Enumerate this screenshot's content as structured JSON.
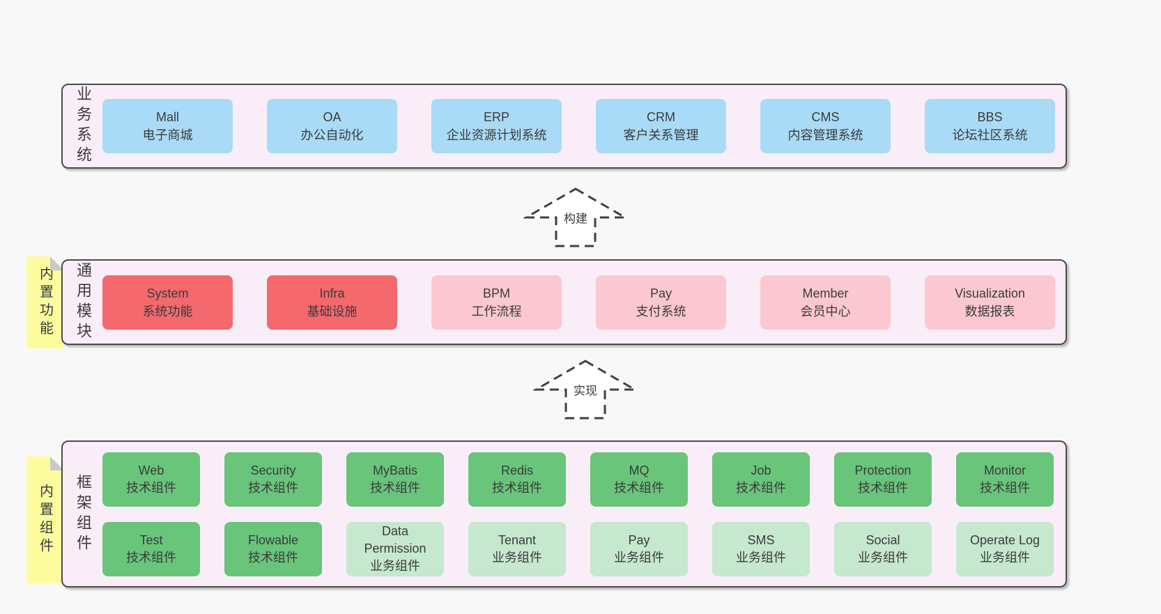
{
  "colors": {
    "canvas_bg": "#f8f8f8",
    "panel_bg": "#f9eef7",
    "panel_border": "#4a4a4a",
    "box_blue": "#a9dbf6",
    "box_red": "#f4696e",
    "box_pink": "#fbc8d1",
    "box_green": "#68c57a",
    "box_green_light": "#c5e8ce",
    "sticky_yellow": "#fcfc9f",
    "sticky_fold_gray": "#c9c9c9",
    "text": "#3b3b3b"
  },
  "panels": {
    "business": {
      "label": "业务系统",
      "boxes": [
        {
          "title": "Mall",
          "subtitle": "电子商城",
          "variant": "blue"
        },
        {
          "title": "OA",
          "subtitle": "办公自动化",
          "variant": "blue"
        },
        {
          "title": "ERP",
          "subtitle": "企业资源计划系统",
          "variant": "blue"
        },
        {
          "title": "CRM",
          "subtitle": "客户关系管理",
          "variant": "blue"
        },
        {
          "title": "CMS",
          "subtitle": "内容管理系统",
          "variant": "blue"
        },
        {
          "title": "BBS",
          "subtitle": "论坛社区系统",
          "variant": "blue"
        }
      ]
    },
    "modules": {
      "label": "通用模块",
      "sticky": "内置功能",
      "boxes": [
        {
          "title": "System",
          "subtitle": "系统功能",
          "variant": "red"
        },
        {
          "title": "Infra",
          "subtitle": "基础设施",
          "variant": "red"
        },
        {
          "title": "BPM",
          "subtitle": "工作流程",
          "variant": "pink"
        },
        {
          "title": "Pay",
          "subtitle": "支付系统",
          "variant": "pink"
        },
        {
          "title": "Member",
          "subtitle": "会员中心",
          "variant": "pink"
        },
        {
          "title": "Visualization",
          "subtitle": "数据报表",
          "variant": "pink"
        }
      ]
    },
    "framework": {
      "label": "框架组件",
      "sticky": "内置组件",
      "rows": [
        [
          {
            "title": "Web",
            "subtitle": "技术组件",
            "variant": "green"
          },
          {
            "title": "Security",
            "subtitle": "技术组件",
            "variant": "green"
          },
          {
            "title": "MyBatis",
            "subtitle": "技术组件",
            "variant": "green"
          },
          {
            "title": "Redis",
            "subtitle": "技术组件",
            "variant": "green"
          },
          {
            "title": "MQ",
            "subtitle": "技术组件",
            "variant": "green"
          },
          {
            "title": "Job",
            "subtitle": "技术组件",
            "variant": "green"
          },
          {
            "title": "Protection",
            "subtitle": "技术组件",
            "variant": "green"
          },
          {
            "title": "Monitor",
            "subtitle": "技术组件",
            "variant": "green"
          }
        ],
        [
          {
            "title": "Test",
            "subtitle": "技术组件",
            "variant": "green"
          },
          {
            "title": "Flowable",
            "subtitle": "技术组件",
            "variant": "green"
          },
          {
            "title": "Data\nPermission",
            "subtitle": "业务组件",
            "variant": "green-light"
          },
          {
            "title": "Tenant",
            "subtitle": "业务组件",
            "variant": "green-light"
          },
          {
            "title": "Pay",
            "subtitle": "业务组件",
            "variant": "green-light"
          },
          {
            "title": "SMS",
            "subtitle": "业务组件",
            "variant": "green-light"
          },
          {
            "title": "Social",
            "subtitle": "业务组件",
            "variant": "green-light"
          },
          {
            "title": "Operate Log",
            "subtitle": "业务组件",
            "variant": "green-light"
          }
        ]
      ]
    }
  },
  "arrows": [
    {
      "label": "构建"
    },
    {
      "label": "实现"
    }
  ]
}
